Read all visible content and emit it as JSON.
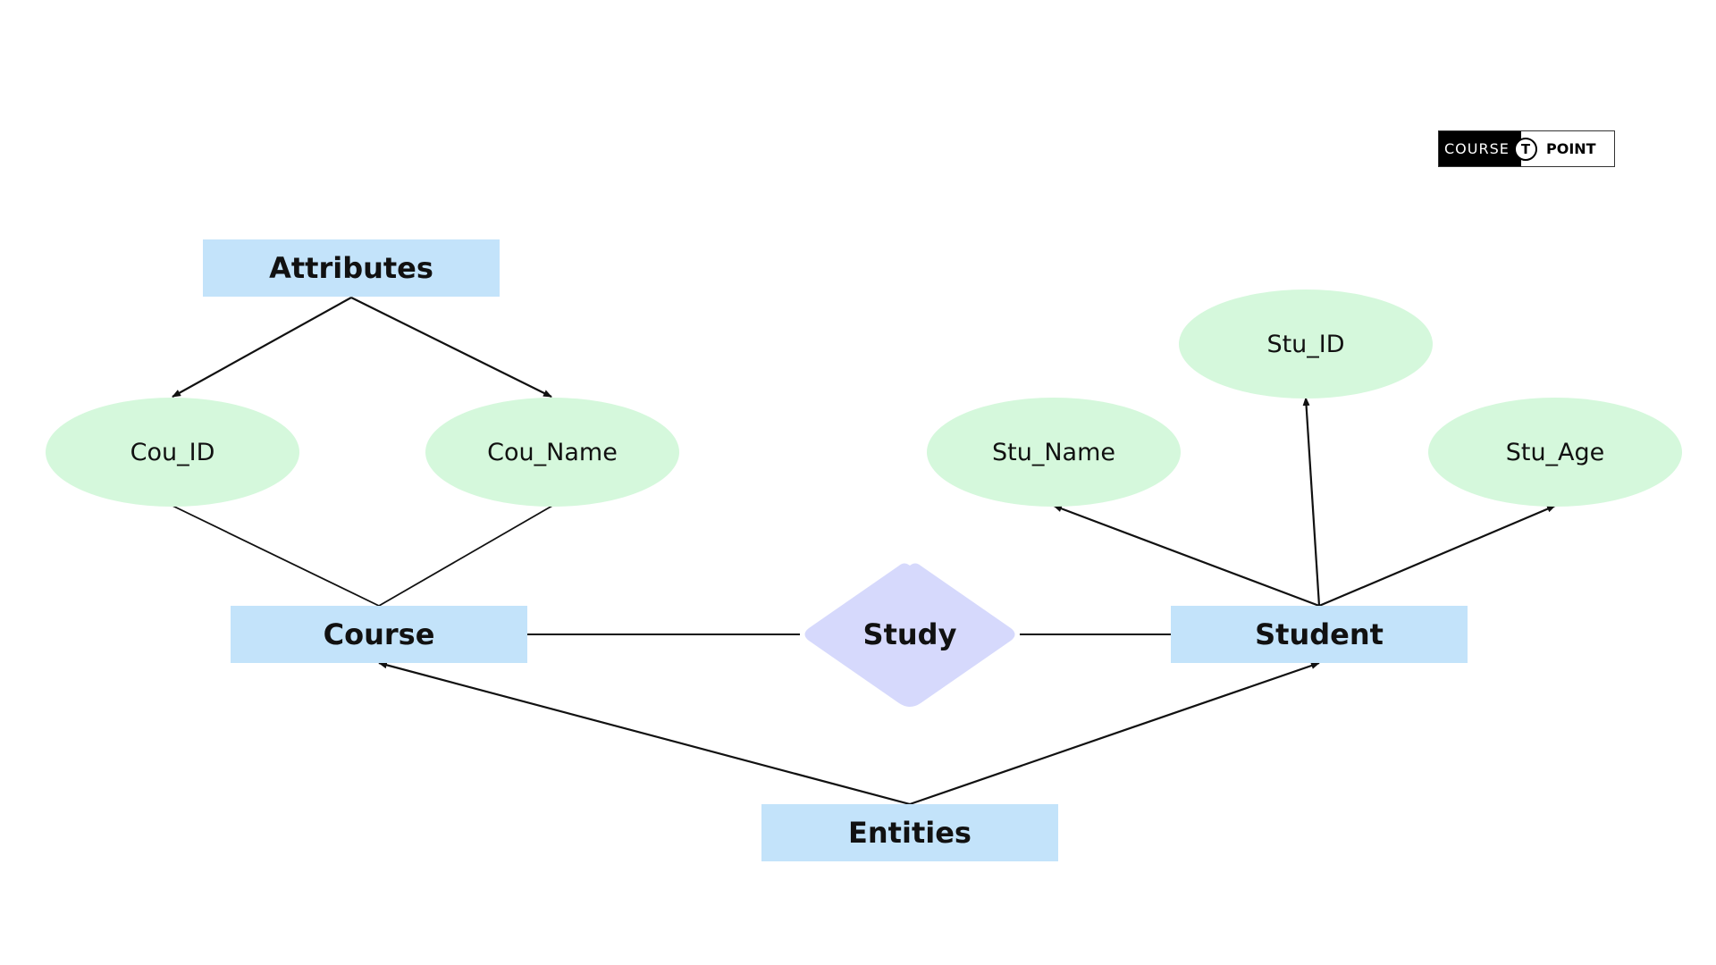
{
  "logo": {
    "left_text": "COURSE",
    "mark_text": "T",
    "right_text": "POINT"
  },
  "nodes": {
    "attributes": "Attributes",
    "entities": "Entities",
    "course": "Course",
    "student": "Student",
    "relationship": "Study",
    "cou_id": "Cou_ID",
    "cou_name": "Cou_Name",
    "stu_id": "Stu_ID",
    "stu_name": "Stu_Name",
    "stu_age": "Stu_Age"
  },
  "colors": {
    "entity_fill": "#c3e3fa",
    "attribute_fill": "#d5f8dc",
    "relationship_fill": "#d6d9fc",
    "line": "#111111"
  }
}
